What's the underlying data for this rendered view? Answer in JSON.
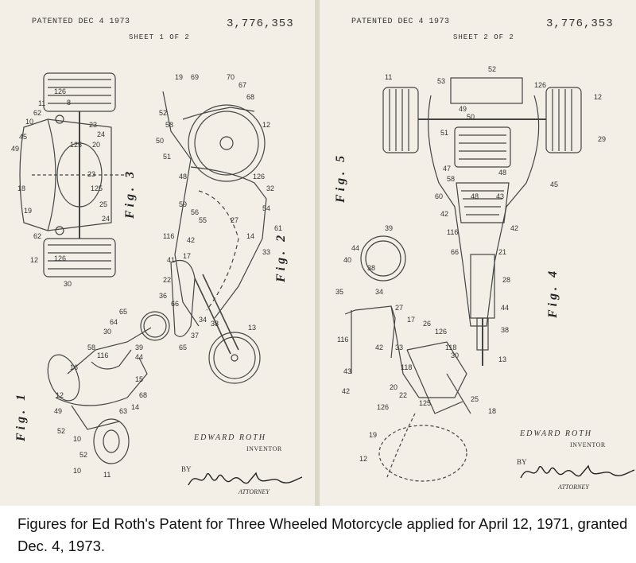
{
  "sheet1": {
    "patented": "PATENTED DEC 4 1973",
    "number": "3,776,353",
    "sheet": "SHEET 1 OF 2",
    "inventor_name": "EDWARD ROTH",
    "inventor_role": "INVENTOR",
    "by": "BY",
    "attorney_role": "ATTORNEY",
    "figures": [
      "Fig. 1",
      "Fig. 2",
      "Fig. 3"
    ]
  },
  "sheet2": {
    "patented": "PATENTED DEC 4 1973",
    "number": "3,776,353",
    "sheet": "SHEET 2 OF 2",
    "inventor_name": "EDWARD ROTH",
    "inventor_role": "INVENTOR",
    "by": "BY",
    "attorney_role": "ATTORNEY",
    "figures": [
      "Fig. 5",
      "Fig. 4"
    ]
  },
  "caption": "Figures for Ed Roth's Patent for Three Wheeled Motorcycle applied for April 12, 1971, granted Dec. 4, 1973."
}
